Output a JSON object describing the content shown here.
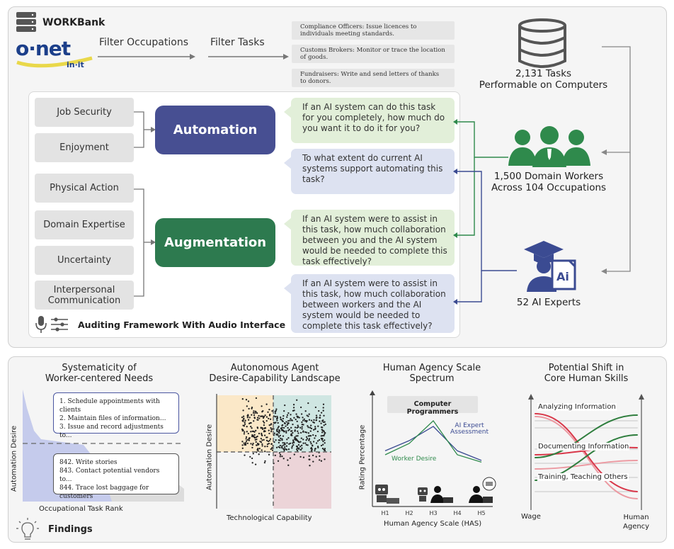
{
  "header": {
    "brand": "WORKBank",
    "logo_text": "o·net",
    "logo_sub": "in·it",
    "filter_occupations": "Filter Occupations",
    "filter_tasks": "Filter Tasks"
  },
  "task_examples": [
    "Compliance Officers: Issue licences to individuals meeting standards.",
    "Customs Brokers: Monitor or trace the location of goods.",
    "Fundraisers: Write and send letters of thanks to donors."
  ],
  "tasks_count": {
    "line1": "2,131 Tasks",
    "line2": "Performable on Computers"
  },
  "workers": {
    "line1": "1,500 Domain Workers",
    "line2": "Across 104 Occupations"
  },
  "experts": {
    "label": "52 AI Experts"
  },
  "framework": {
    "factors": [
      "Job Security",
      "Enjoyment",
      "Physical Action",
      "Domain Expertise",
      "Uncertainty",
      "Interpersonal Communication"
    ],
    "automation_label": "Automation",
    "augmentation_label": "Augmentation",
    "questions": [
      "If an AI system can do this task for you completely, how much do you want it to do it for you?",
      "To what extent do current AI systems support automating this task?",
      "If an AI system were to assist in this task, how much collaboration between you and the AI system would be needed to complete this task effectively?",
      "If an AI system were to assist in this task, how much collaboration between workers and the AI system would be needed to complete this task effectively?"
    ],
    "footer_label": "Auditing Framework With Audio Interface"
  },
  "findings": {
    "label": "Findings",
    "panel1": {
      "title_line1": "Systematicity of",
      "title_line2": "Worker-centered Needs",
      "ylabel": "Automation Desire",
      "xlabel": "Occupational Task Rank",
      "top_list": [
        "1.  Schedule appointments with clients",
        "2.  Maintain files of information...",
        "3.  Issue and record adjustments to..."
      ],
      "bottom_list": [
        "842. Write stories",
        "843. Contact potential vendors to...",
        "844. Trace lost baggage for customers"
      ]
    },
    "panel2": {
      "title_line1": "Autonomous Agent",
      "title_line2": "Desire-Capability Landscape",
      "ylabel": "Automation Desire",
      "xlabel": "Technological Capability"
    },
    "panel3": {
      "title_line1": "Human Agency Scale",
      "title_line2": "Spectrum",
      "box_label": "Computer Programmers",
      "ylabel": "Rating Percentage",
      "xlabel": "Human Agency Scale (HAS)",
      "expert_label_line1": "AI Expert",
      "expert_label_line2": "Assessment",
      "worker_label": "Worker Desire"
    },
    "panel4": {
      "title_line1": "Potential Shift in",
      "title_line2": "Core Human Skills",
      "skills": [
        "Analyzing Information",
        "Documenting Information",
        "Training, Teaching Others"
      ],
      "axis_left": "Wage",
      "axis_right_line1": "Human",
      "axis_right_line2": "Agency"
    }
  },
  "colors": {
    "automation": "#474f92",
    "augmentation": "#2d7a4f",
    "worker_green": "#2f8a4c",
    "expert_navy": "#3b4b92",
    "bubble_green": "#e2efd9",
    "bubble_blue": "#dde2f1",
    "shift_red": "#d9384a",
    "shift_green": "#2f7e3e"
  },
  "chart_data": [
    {
      "type": "line",
      "title": "Human Agency Scale Spectrum",
      "xlabel": "Human Agency Scale (HAS)",
      "ylabel": "Rating Percentage",
      "categories": [
        "H1",
        "H2",
        "H3",
        "H4",
        "H5"
      ],
      "series": [
        {
          "name": "AI Expert Assessment",
          "values": [
            0.42,
            0.6,
            0.85,
            0.42,
            0.25
          ]
        },
        {
          "name": "Worker Desire",
          "values": [
            0.35,
            0.55,
            0.95,
            0.35,
            0.22
          ]
        }
      ]
    }
  ]
}
